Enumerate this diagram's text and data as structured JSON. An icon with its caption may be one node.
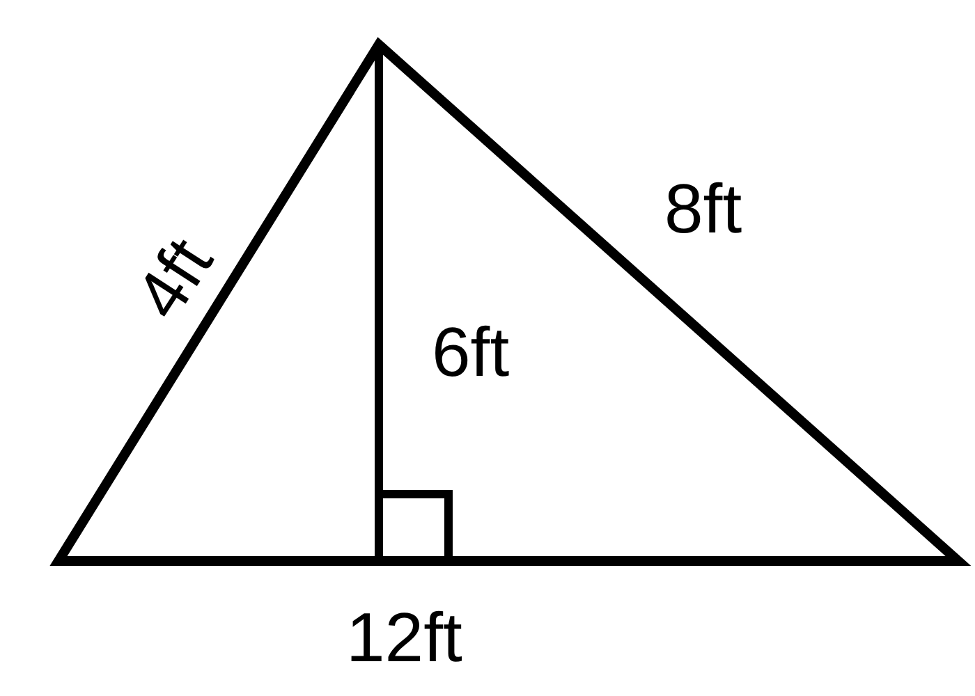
{
  "diagram": {
    "labels": [
      "8ft",
      "4ft",
      "6ft",
      "12ft"
    ]
  }
}
